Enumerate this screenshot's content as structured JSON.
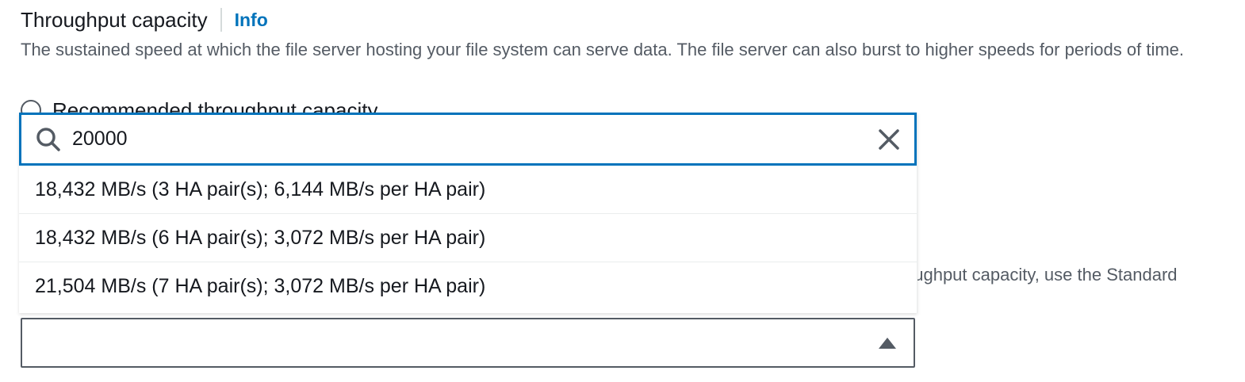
{
  "section": {
    "title": "Throughput capacity",
    "info_link": "Info",
    "description": "The sustained speed at which the file server hosting your file system can serve data. The file server can also burst to higher speeds for periods of time."
  },
  "radio": {
    "recommended_label": "Recommended throughput capacity"
  },
  "background": {
    "partial_text": "oughput capacity, use the Standard"
  },
  "dropdown": {
    "search_value": "20000",
    "options": [
      {
        "label": "18,432 MB/s (3 HA pair(s); 6,144 MB/s per HA pair)"
      },
      {
        "label": "18,432 MB/s (6 HA pair(s); 3,072 MB/s per HA pair)"
      },
      {
        "label": "21,504 MB/s (7 HA pair(s); 3,072 MB/s per HA pair)"
      }
    ]
  },
  "select": {
    "value": ""
  },
  "icons": {
    "search": "search-icon",
    "clear": "close-icon",
    "caret": "caret-up-icon"
  },
  "colors": {
    "accent": "#0073bb",
    "text": "#16191f",
    "secondary_text": "#545b64",
    "divider": "#eaeded"
  }
}
